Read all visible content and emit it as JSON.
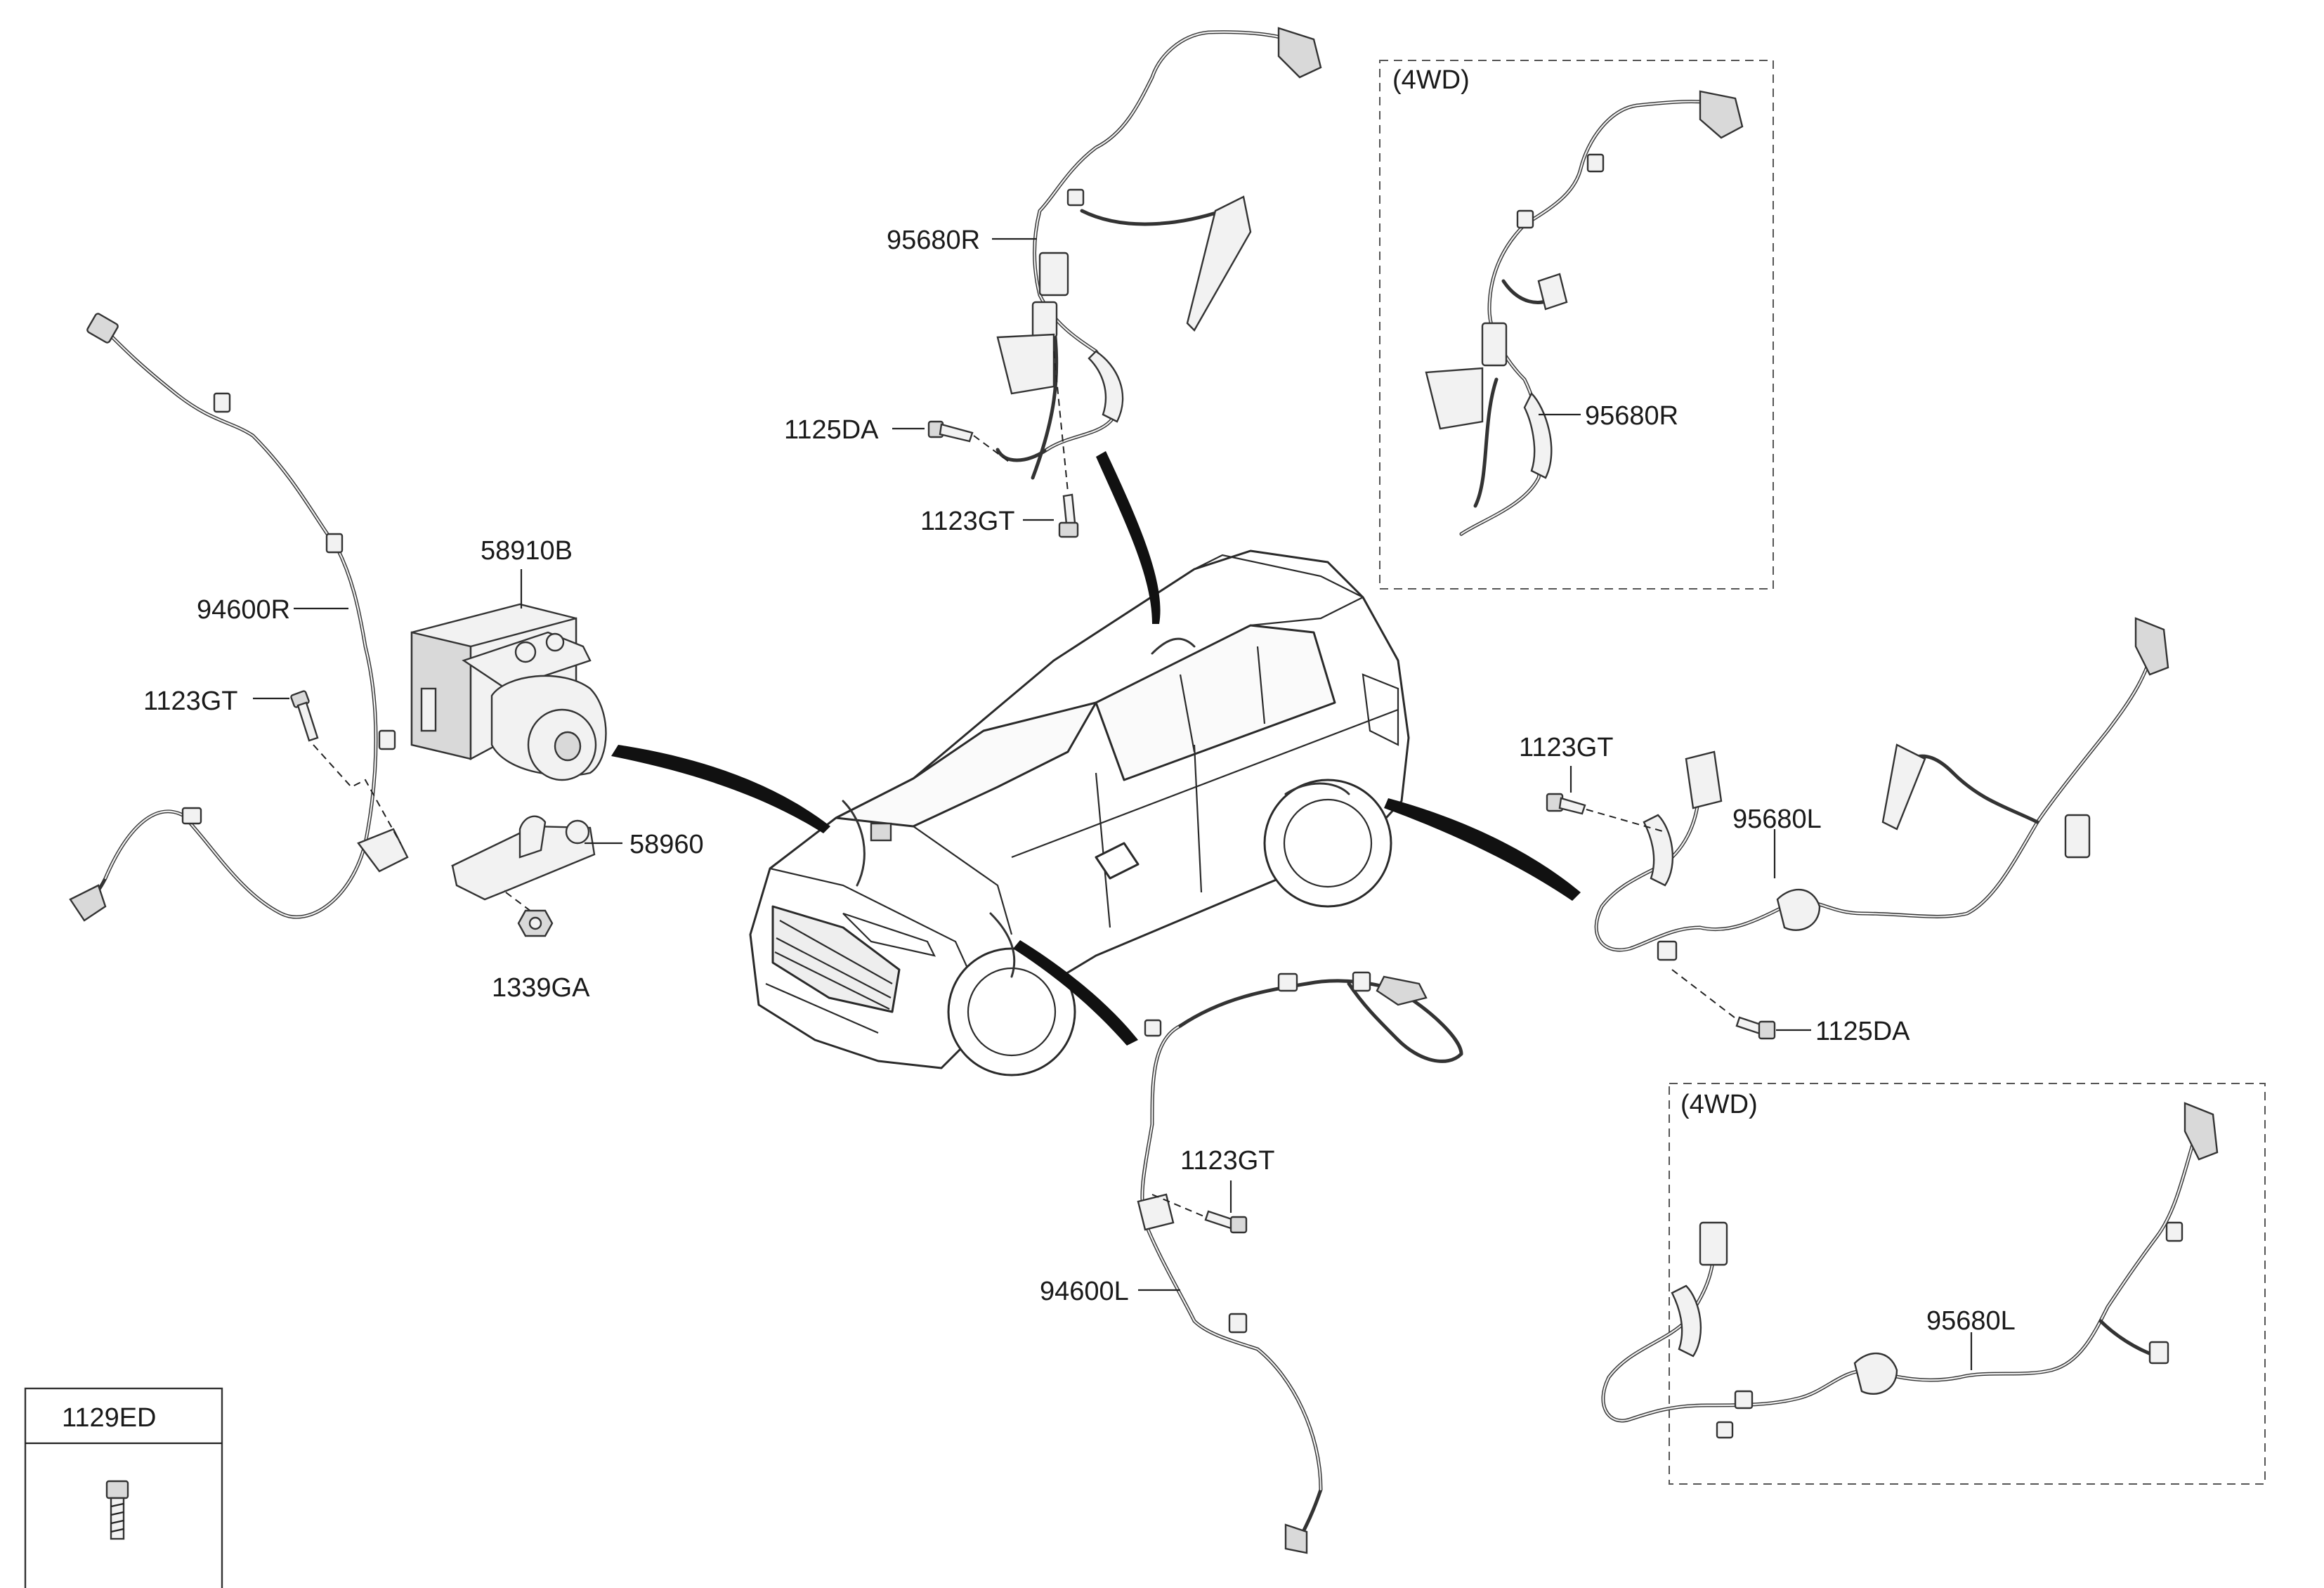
{
  "labels": {
    "part_94600R": "94600R",
    "part_1123GT_left": "1123GT",
    "part_58910B": "58910B",
    "part_58960": "58960",
    "part_1339GA": "1339GA",
    "part_95680R_top": "95680R",
    "part_1125DA_top": "1125DA",
    "part_1123GT_top": "1123GT",
    "part_95680R_4wd": "95680R",
    "part_1123GT_right": "1123GT",
    "part_95680L": "95680L",
    "part_1125DA_right": "1125DA",
    "part_1123GT_bottom": "1123GT",
    "part_94600L": "94600L",
    "part_95680L_4wd": "95680L"
  },
  "boxes": {
    "top_4wd_title": "(4WD)",
    "bottom_4wd_title": "(4WD)"
  },
  "legend": {
    "part_number": "1129ED"
  },
  "icons": [
    "abs-modulator-icon",
    "bracket-icon",
    "bolt-icon",
    "nut-icon",
    "wheel-speed-sensor-icon",
    "suv-vehicle-icon"
  ]
}
